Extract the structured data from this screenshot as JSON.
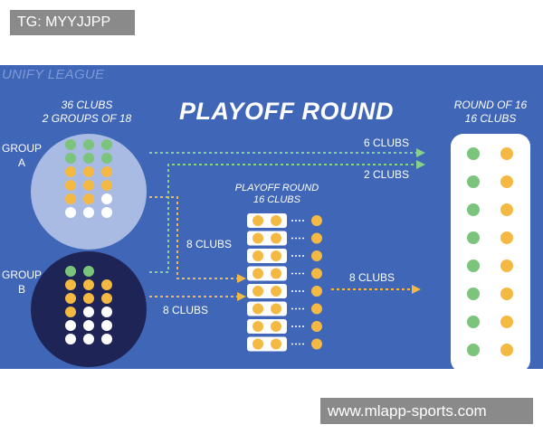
{
  "overlay": {
    "top_left_tag": "TG: MYYJJPP",
    "bottom_right_tag": "www.mlapp-sports.com"
  },
  "infographic": {
    "league_name": "UNIFY LEAGUE",
    "format_line1": "36 CLUBS",
    "format_line2": "2 GROUPS OF 18",
    "title": "PLAYOFF ROUND",
    "round16_line1": "ROUND OF 16",
    "round16_line2": "16 CLUBS",
    "group_a_line1": "GROUP",
    "group_a_line2": "A",
    "group_b_line1": "GROUP",
    "group_b_line2": "B",
    "playoff_line1": "PLAYOFF ROUND",
    "playoff_line2": "16 CLUBS",
    "flow_6_clubs": "6 CLUBS",
    "flow_2_clubs": "2 CLUBS",
    "flow_8_clubs_a": "8 CLUBS",
    "flow_8_clubs_b": "8 CLUBS",
    "flow_8_clubs_out": "8 CLUBS",
    "colors": {
      "background": "#4066b8",
      "group_a_circle": "#a9bbe3",
      "group_b_circle": "#1e2456",
      "green_club": "#7bc47b",
      "yellow_club": "#f4b942",
      "white_club": "#ffffff",
      "arrow_green": "#86d08a",
      "arrow_yellow": "#f4b942"
    }
  }
}
